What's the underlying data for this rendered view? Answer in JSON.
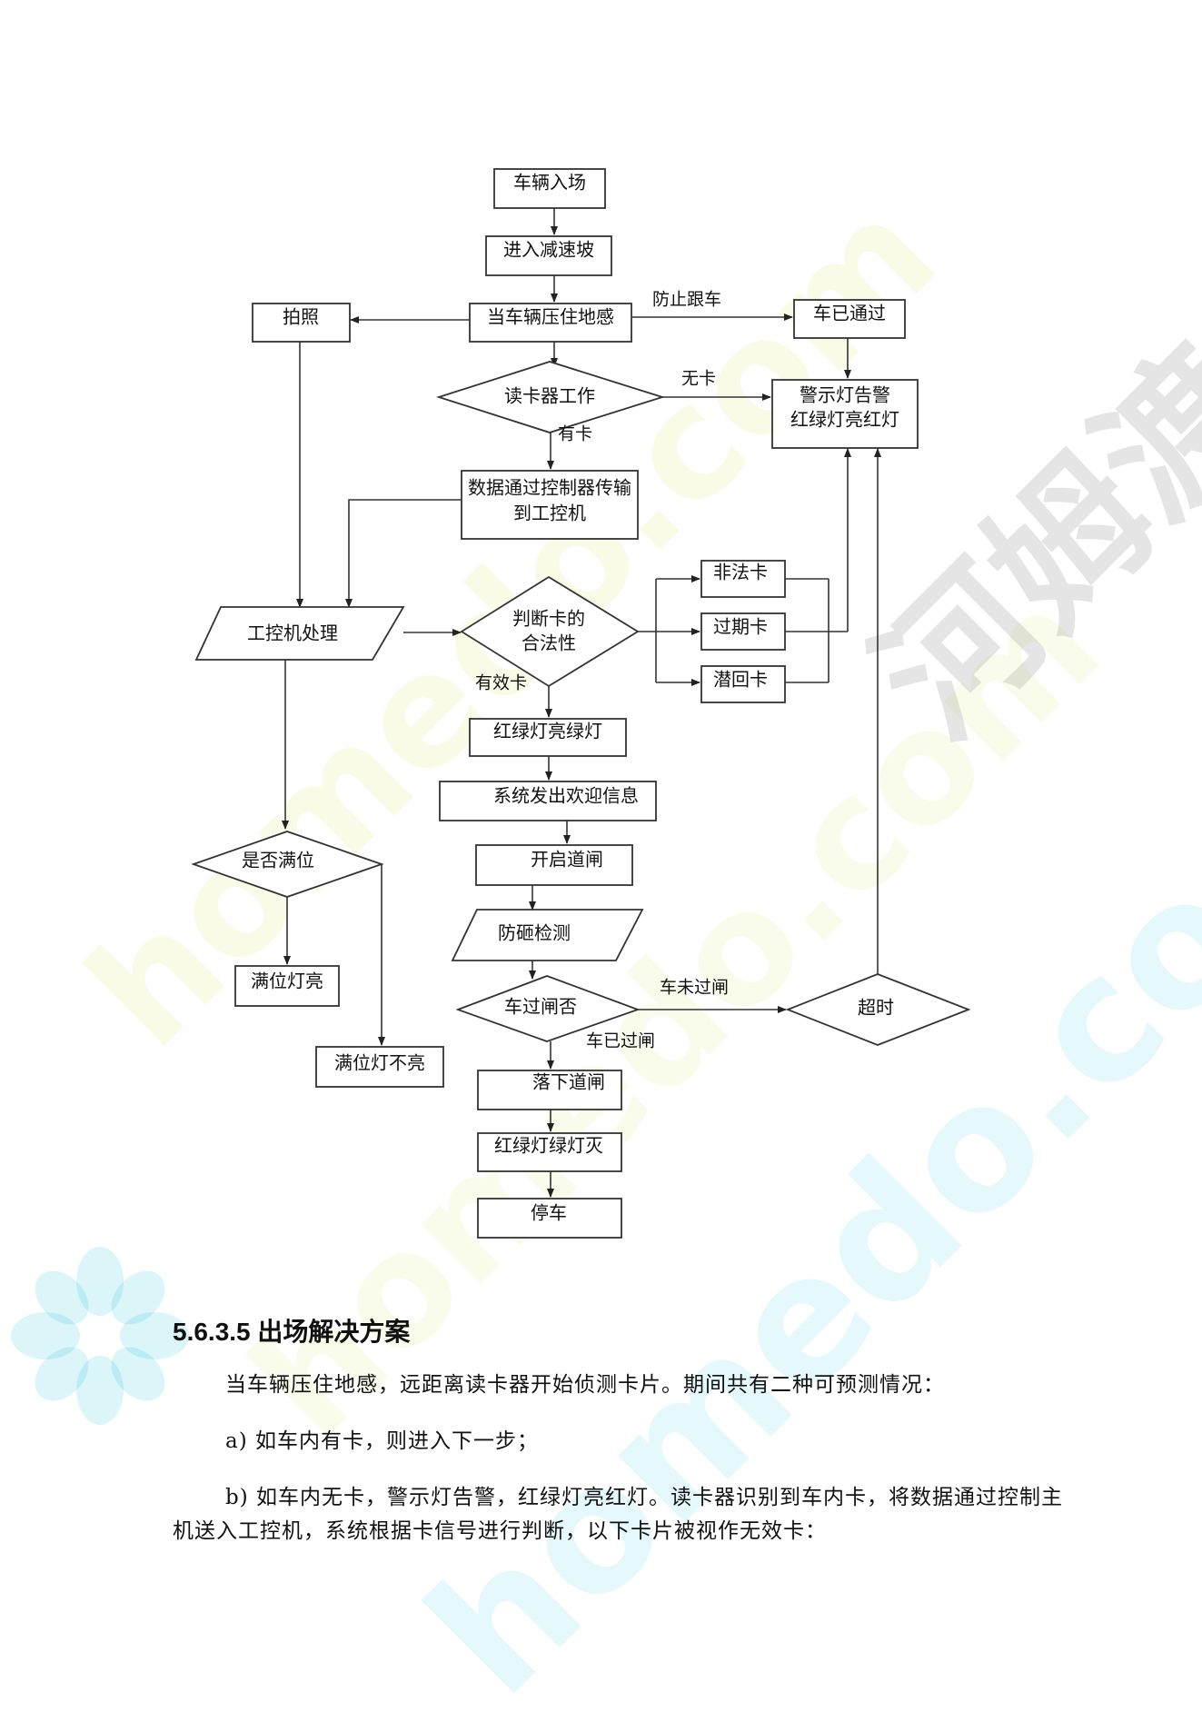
{
  "flowchart": {
    "nodes": {
      "car_enter": "车辆入场",
      "speed_bump": "进入减速坡",
      "loop_detect": "当车辆压住地感",
      "photo": "拍照",
      "car_passed": "车已通过",
      "reader_work": "读卡器工作",
      "warn_1": "警示灯告警",
      "warn_2": "红绿灯亮红灯",
      "transmit_1": "数据通过控制器传输",
      "transmit_2": "到工控机",
      "ipc_process": "工控机处理",
      "judge_1": "判断卡的",
      "judge_2": "合法性",
      "illegal_card": "非法卡",
      "expired_card": "过期卡",
      "sneak_card": "潜回卡",
      "green_on": "红绿灯亮绿灯",
      "welcome": "系统发出欢迎信息",
      "open_gate": "开启道闸",
      "anti_smash": "防砸检测",
      "is_full": "是否满位",
      "full_on": "满位灯亮",
      "full_off": "满位灯不亮",
      "car_through": "车过闸否",
      "timeout": "超时",
      "lower_gate": "落下道闸",
      "green_off": "红绿灯绿灯灭",
      "stop": "停车"
    },
    "edges": {
      "anti_tailgate": "防止跟车",
      "no_card": "无卡",
      "has_card": "有卡",
      "valid_card": "有效卡",
      "car_not_through": "车未过闸",
      "car_through": "车已过闸"
    }
  },
  "section": {
    "heading": "5.6.3.5 出场解决方案",
    "para1": "当车辆压住地感，远距离读卡器开始侦测卡片。期间共有二种可预测情况：",
    "para2": "a) 如车内有卡，则进入下一步；",
    "para3": "b) 如车内无卡，警示灯告警，红绿灯亮红灯。读卡器识别到车内卡，将数据通过控制主机送入工控机，系统根据卡信号进行判断，以下卡片被视作无效卡："
  },
  "watermark": {
    "brand": "河姆渡",
    "site": "homedo.com"
  }
}
